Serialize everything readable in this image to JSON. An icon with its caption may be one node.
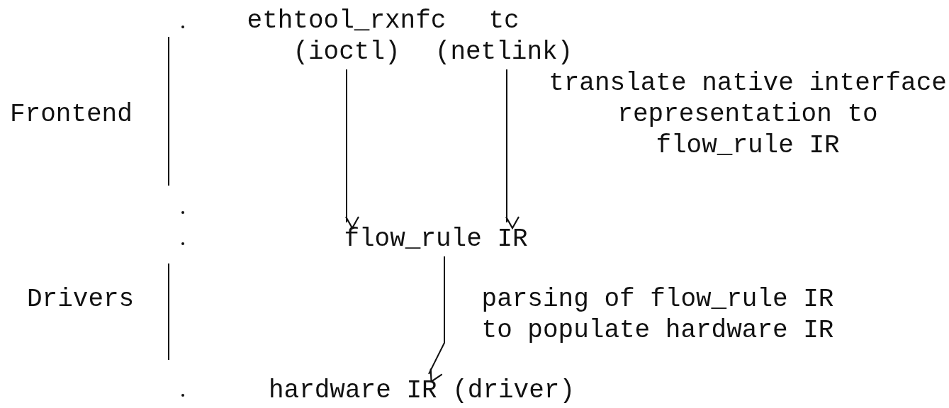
{
  "diagram": {
    "nodes": [
      {
        "text": [
          "ethtool_rxnfc (ioctl)"
        ]
      },
      {
        "text": [
          "tc (netlink)"
        ]
      },
      {
        "text": [
          "flow_rule IR"
        ]
      },
      {
        "text": [
          "hardware IR (driver)"
        ]
      }
    ],
    "edges": [
      {
        "from": 0,
        "to": 2,
        "arrow": "to"
      },
      {
        "from": 1,
        "to": 2,
        "arrow": "to",
        "label": "translate native interface representation to flow_rule IR"
      },
      {
        "from": 2,
        "to": 3,
        "arrow": "to",
        "label": "parsing of flow_rule IR to populate hardware IR"
      }
    ],
    "labels": [
      "Frontend",
      "Drivers"
    ]
  }
}
